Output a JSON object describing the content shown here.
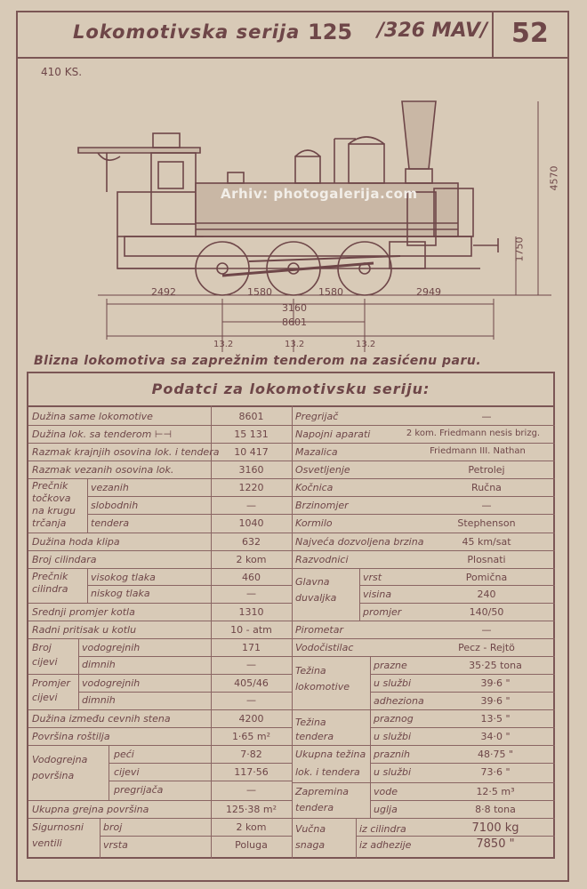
{
  "header": {
    "series_label": "Lokomotivska serija",
    "series_number": "125",
    "old_designation": "/326 MAV/",
    "page_number": "52"
  },
  "drawing": {
    "power": "410 KS.",
    "watermark": "Arhiv: photogalerija.com",
    "dims": [
      "2492",
      "1580",
      "1580",
      "2949",
      "3160",
      "8601",
      "4570",
      "1750"
    ],
    "axle_loads": [
      "13.2",
      "13.2",
      "13.2"
    ]
  },
  "caption": "Blizna lokomotiva sa zaprežnim tenderom na zasićenu paru.",
  "table": {
    "title": "Podatci za lokomotivsku seriju:",
    "left": {
      "duzina_same": [
        "Dužina same lokomotive",
        "8601"
      ],
      "duzina_tender": [
        "Dužina lok. sa tenderom ⊢⊣",
        "15 131"
      ],
      "razmak_krajnjih": [
        "Razmak krajnjih osovina lok. i tendera",
        "10 417"
      ],
      "razmak_vezanih": [
        "Razmak vezanih osovina lok.",
        "3160"
      ],
      "precnik_label": [
        "Prečnik",
        "točkova",
        "na krugu",
        "trčanja"
      ],
      "vezanih": [
        "vezanih",
        "1220"
      ],
      "slobodnih": [
        "slobodnih",
        "—"
      ],
      "tendera": [
        "tendera",
        "1040"
      ],
      "duzina_hoda": [
        "Dužina hoda klipa",
        "632"
      ],
      "broj_cilindara": [
        "Broj cilindara",
        "2 kom"
      ],
      "precnik_cil_label": [
        "Prečnik",
        "cilindra"
      ],
      "visokog": [
        "visokog tlaka",
        "460"
      ],
      "niskog": [
        "niskog tlaka",
        "—"
      ],
      "srednji_promjer": [
        "Srednji promjer kotla",
        "1310"
      ],
      "radni_pritisak": [
        "Radni pritisak u kotlu",
        "10 - atm"
      ],
      "broj_cijevi_label": [
        "Broj",
        "cijevi"
      ],
      "broj_vodogrejnih": [
        "vodogrejnih",
        "171"
      ],
      "broj_dimnih": [
        "dimnih",
        "—"
      ],
      "promjer_cijevi_label": [
        "Promjer",
        "cijevi"
      ],
      "promjer_vodogrejnih": [
        "vodogrejnih",
        "405/46"
      ],
      "promjer_dimnih": [
        "dimnih",
        "—"
      ],
      "duzina_cevnih": [
        "Dužina između cevnih stena",
        "4200"
      ],
      "povrsina_rostilja": [
        "Površina roštilja",
        "1·65 m²"
      ],
      "vodogrejna_label": [
        "Vodogrejna",
        "površina"
      ],
      "peci": [
        "peći",
        "7·82"
      ],
      "cijevi": [
        "cijevi",
        "117·56"
      ],
      "pregrijaca": [
        "pregrijača",
        "—"
      ],
      "ukupna_grejna": [
        "Ukupna grejna površina",
        "125·38 m²"
      ],
      "sigurnosni_label": [
        "Sigurnosni",
        "ventili"
      ],
      "broj": [
        "broj",
        "2 kom"
      ],
      "vrsta": [
        "vrsta",
        "Poluga"
      ]
    },
    "right": {
      "pregrijac": [
        "Pregrijač",
        "—"
      ],
      "napojni": [
        "Napojni aparati",
        "2 kom. Friedmann nesis brizg."
      ],
      "mazalica": [
        "Mazalica",
        "Friedmann III. Nathan"
      ],
      "osvetljenje": [
        "Osvetljenje",
        "Petrolej"
      ],
      "kocnica": [
        "Kočnica",
        "Ručna"
      ],
      "brzinomjer": [
        "Brzinomjer",
        "—"
      ],
      "kormilo": [
        "Kormilo",
        "Stephenson"
      ],
      "najveca_dozvoljena": [
        "Najveća dozvoljena brzina",
        "45 km/sat"
      ],
      "razvodnici": [
        "Razvodnici",
        "Plosnati"
      ],
      "glavna_label": [
        "Glavna",
        "duvaljka"
      ],
      "vrst": [
        "vrst",
        "Pomična"
      ],
      "visina": [
        "visina",
        "240"
      ],
      "promjer": [
        "promjer",
        "140/50"
      ],
      "pirometar": [
        "Pirometar",
        "—"
      ],
      "vodocistilac": [
        "Vodočistilac",
        "Pecz - Rejtö"
      ],
      "tezina_lok_label": [
        "Težina",
        "lokomotive"
      ],
      "prazne": [
        "prazne",
        "35·25 tona"
      ],
      "u_sluzbi_lok": [
        "u službi",
        "39·6 \""
      ],
      "adheziona": [
        "adheziona",
        "39·6 \""
      ],
      "tezina_tend_label": [
        "Težina",
        "tendera"
      ],
      "praznog": [
        "praznog",
        "13·5 \""
      ],
      "u_sluzbi_tend": [
        "u službi",
        "34·0 \""
      ],
      "ukupna_label": [
        "Ukupna težina",
        "lok. i tendera"
      ],
      "praznih": [
        "praznih",
        "48·75 \""
      ],
      "u_sluzbi_uk": [
        "u službi",
        "73·6 \""
      ],
      "zapremina_label": [
        "Zapremina",
        "tendera"
      ],
      "vode": [
        "vode",
        "12·5 m³"
      ],
      "uglja": [
        "uglja",
        "8·8 tona"
      ],
      "vucna_label": [
        "Vučna",
        "snaga"
      ],
      "iz_cilindra": [
        "iz cilindra",
        "7100 kg"
      ],
      "iz_adhezije": [
        "iz adhezije",
        "7850 \""
      ]
    }
  }
}
